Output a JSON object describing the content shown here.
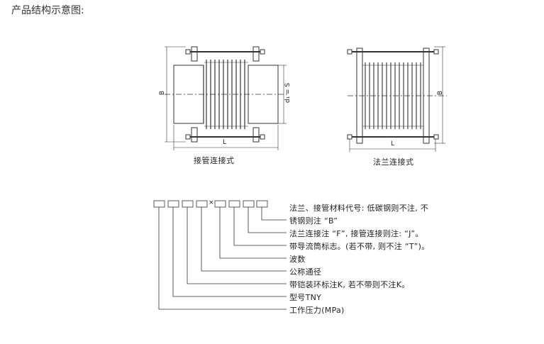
{
  "heading": "产品结构示意图:",
  "captions": {
    "left": "接管连接式",
    "right": "法兰连接式"
  },
  "dims": {
    "left_B": "B",
    "left_L": "L",
    "left_d": "d₁ = S",
    "right_B": "B",
    "right_L": "L"
  },
  "code_sep": "×",
  "legend": [
    "法兰、接管材料代号: 低碳钢则不注, 不",
    "锈钢则注 “B”",
    "法兰连接注 “F”, 接管连接则注: “J”。",
    "带导流筒标志。(若不带, 则不注 “T”)。",
    "波数",
    "公称通径",
    "带铠装环标注K, 若不带则不注K。",
    "型号TNY",
    "工作压力(MPa)"
  ]
}
